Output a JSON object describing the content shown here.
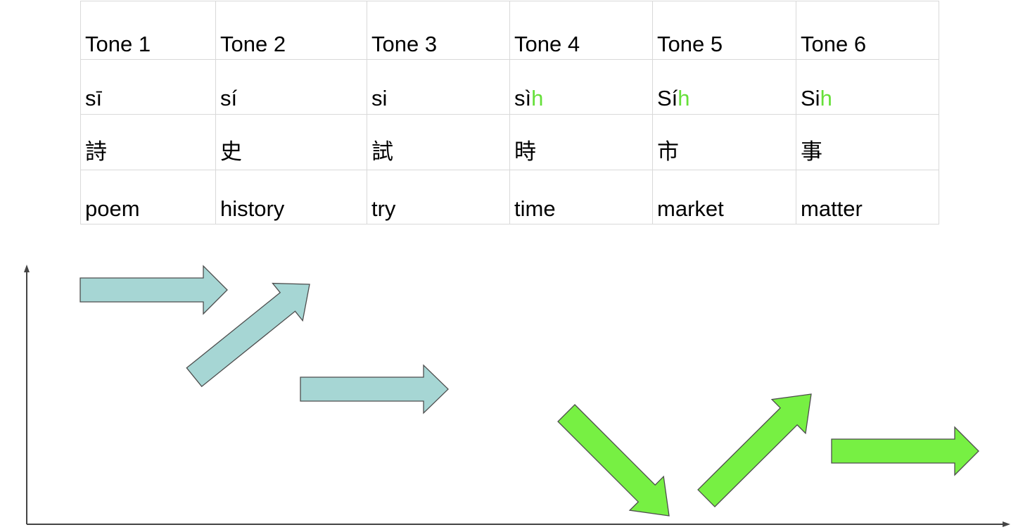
{
  "table": {
    "columns": [
      {
        "tone": "Tone 1",
        "roman_base": "sī",
        "roman_suffix": "",
        "character": "詩",
        "meaning": "poem"
      },
      {
        "tone": "Tone 2",
        "roman_base": "sí",
        "roman_suffix": "",
        "character": "史",
        "meaning": "history"
      },
      {
        "tone": "Tone 3",
        "roman_base": "si",
        "roman_suffix": "",
        "character": "試",
        "meaning": "try"
      },
      {
        "tone": "Tone 4",
        "roman_base": "sì",
        "roman_suffix": "h",
        "character": "時",
        "meaning": "time"
      },
      {
        "tone": "Tone 5",
        "roman_base": "Sí",
        "roman_suffix": "h",
        "character": "市",
        "meaning": "market"
      },
      {
        "tone": "Tone 6",
        "roman_base": "Si",
        "roman_suffix": "h",
        "character": "事",
        "meaning": "matter"
      }
    ]
  },
  "colors": {
    "high_tone_arrow": "#a6d6d4",
    "low_tone_arrow": "#77f043",
    "suffix_highlight": "#66e03a",
    "axis": "#444444"
  },
  "diagram": {
    "arrows": [
      {
        "tone": 1,
        "contour": "level",
        "register": "high"
      },
      {
        "tone": 2,
        "contour": "rising",
        "register": "high"
      },
      {
        "tone": 3,
        "contour": "level",
        "register": "mid"
      },
      {
        "tone": 4,
        "contour": "falling",
        "register": "low"
      },
      {
        "tone": 5,
        "contour": "rising",
        "register": "low"
      },
      {
        "tone": 6,
        "contour": "level",
        "register": "low"
      }
    ]
  }
}
